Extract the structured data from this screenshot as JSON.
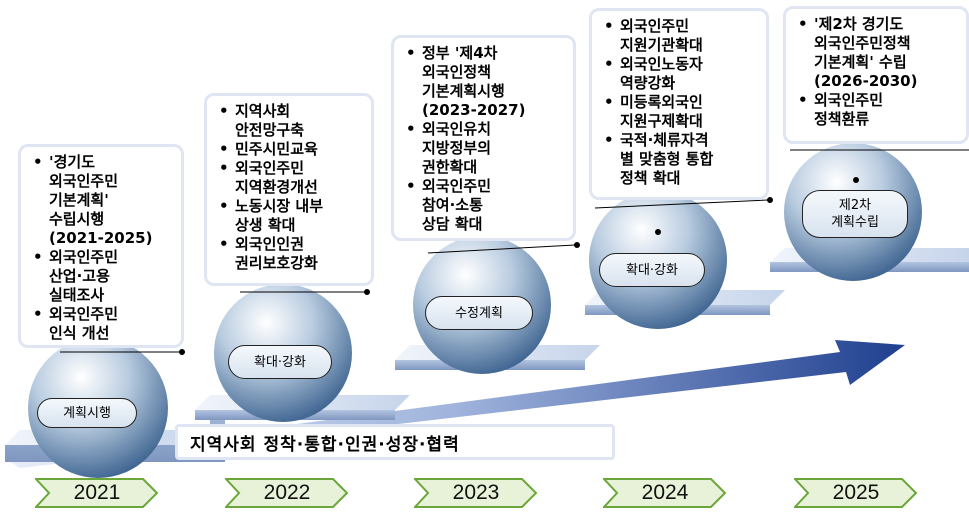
{
  "slogan": "지역사회 정착·통합·인권·성장·협력",
  "stages": [
    {
      "year": "2021",
      "label": "계획시행",
      "items": [
        "'경기도\n외국인주민\n기본계획'\n수립시행\n(2021-2025)",
        "외국인주민\n산업·고용\n실태조사",
        "외국인주민\n인식 개선"
      ]
    },
    {
      "year": "2022",
      "label": "확대·강화",
      "items": [
        "지역사회\n안전망구축",
        "민주시민교육",
        "외국인주민\n지역환경개선",
        "노동시장 내부\n상생 확대",
        "외국인인권\n권리보호강화"
      ]
    },
    {
      "year": "2023",
      "label": "수정계획",
      "items": [
        "정부 '제4차\n외국인정책\n기본계획시행\n(2023-2027)",
        "외국인유치\n지방정부의\n권한확대",
        "외국인주민\n참여·소통\n상담 확대"
      ]
    },
    {
      "year": "2024",
      "label": "확대·강화",
      "items": [
        "외국인주민\n지원기관확대",
        "외국인노동자\n역량강화",
        "미등록외국인\n지원구제확대",
        "국적·체류자격\n별 맞춤형 통합\n정책 확대"
      ]
    },
    {
      "year": "2025",
      "label": "제2차\n계획수립",
      "items": [
        "'제2차 경기도\n외국인주민정책\n기본계획' 수립\n(2026-2030)",
        "외국인주민\n정책환류"
      ]
    }
  ],
  "colors": {
    "step_light": "#dbe6f4",
    "step_dark": "#8fa7cc",
    "arrow_dark": "#1f3f8f",
    "arrow_light": "#cfdaf0",
    "box_border": "#dfe5f2",
    "sphere_light": "#ffffff",
    "sphere_dark": "#3f6591",
    "chevron_fill": "#e7f2d8",
    "chevron_stroke": "#6aa63a"
  }
}
